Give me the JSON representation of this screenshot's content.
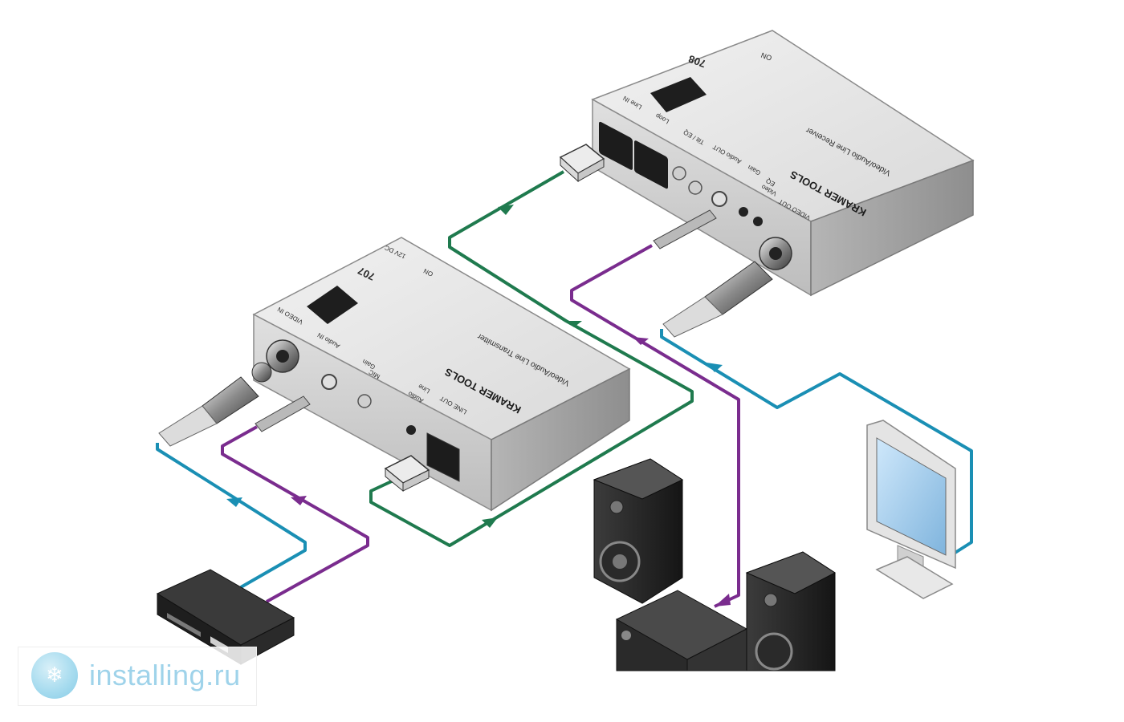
{
  "transmitter": {
    "model": "707",
    "brand": "KRAMER TOOLS",
    "subtitle": "Video/Audio Line Transmitter",
    "power_label": "12V DC",
    "on_label": "ON",
    "video_in_label": "VIDEO IN",
    "audio_in_label": "Audio IN",
    "gain_label": "Gain",
    "mic_label": "MIC",
    "line_label": "Line",
    "audio_label": "Audio",
    "line_out_label": "LINE OUT"
  },
  "receiver": {
    "model": "708",
    "brand": "KRAMER TOOLS",
    "subtitle": "Video/Audio Line Receiver",
    "on_label": "ON",
    "line_in_label": "Line IN",
    "loop_label": "Loop",
    "tilt_label": "Tilt / EQ",
    "audio_out_label": "Audio OUT",
    "gain_label": "Gain",
    "eq_label": "EQ",
    "video_label": "Video",
    "video_out_label": "VIDEO OUT"
  },
  "cable_colors": {
    "video": "#1a8fb4",
    "audio": "#7a2c8e",
    "line": "#1f7a4e"
  },
  "watermark": {
    "icon": "snowflake-logo-icon",
    "text": "installing.ru"
  }
}
